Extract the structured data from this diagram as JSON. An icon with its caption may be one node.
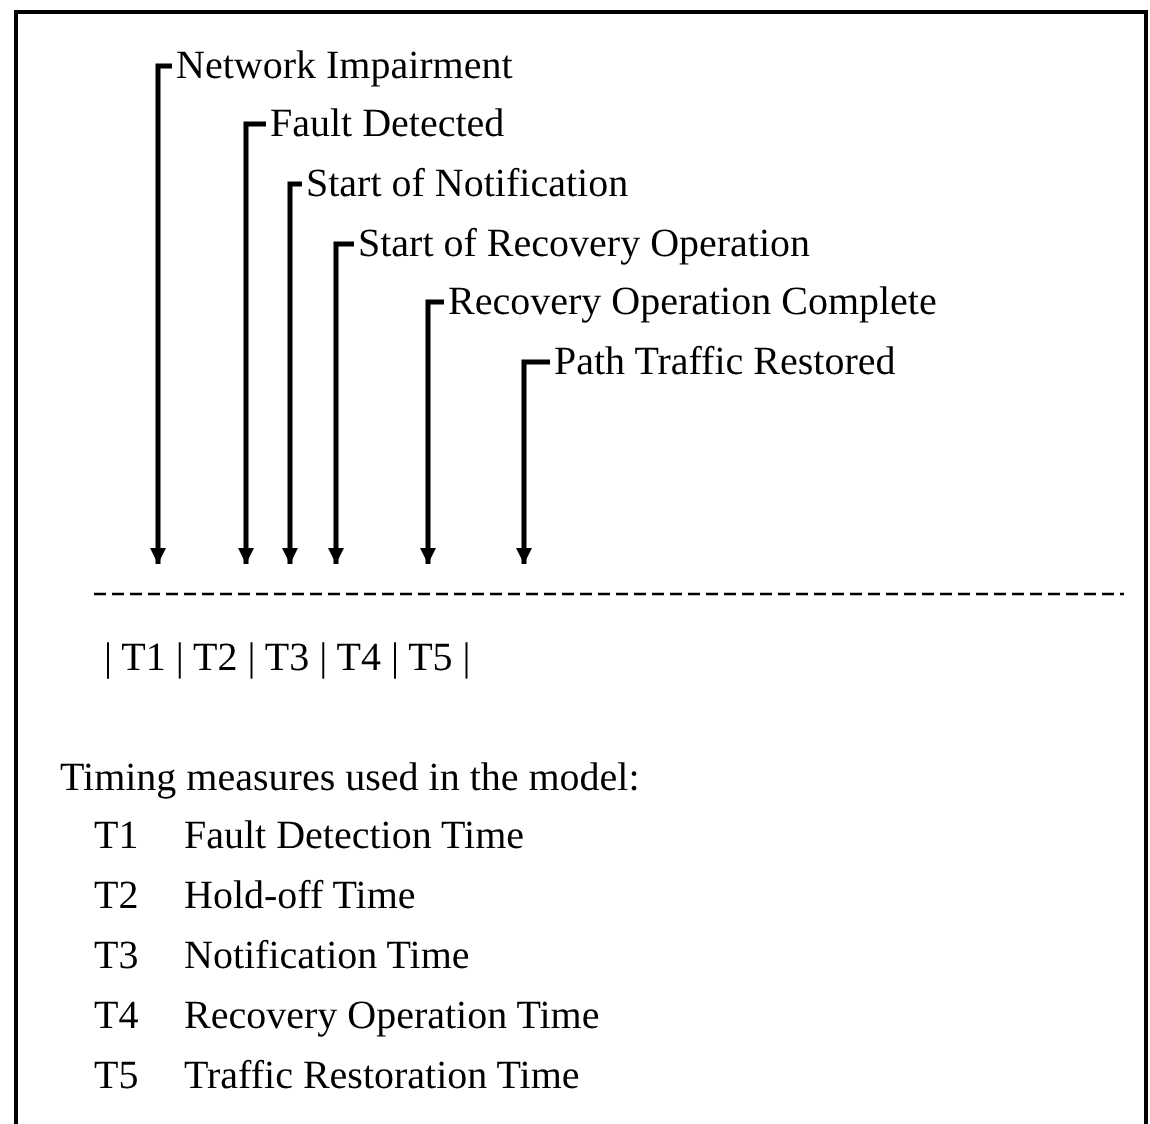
{
  "diagram": {
    "nodes": [
      {
        "text": [
          "Network Impairment"
        ]
      },
      {
        "text": [
          "Fault Detected"
        ]
      },
      {
        "text": [
          "Start of Notification"
        ]
      },
      {
        "text": [
          "Start of Recovery Operation"
        ]
      },
      {
        "text": [
          "Recovery Operation Complete"
        ]
      },
      {
        "text": [
          "Path Traffic Restored"
        ]
      },
      {
        "text": [],
        "shape": "line"
      }
    ],
    "edges": [
      {
        "from": 0,
        "to": 6,
        "arrow": "to"
      },
      {
        "from": 1,
        "to": 6,
        "arrow": "to"
      },
      {
        "from": 2,
        "to": 6,
        "arrow": "to"
      },
      {
        "from": 3,
        "to": 6,
        "arrow": "to"
      },
      {
        "from": 4,
        "to": 6,
        "arrow": "to"
      },
      {
        "from": 5,
        "to": 6,
        "arrow": "to"
      }
    ],
    "labels": [
      "| T1 | T2 | T3 | T4 | T5 |",
      "Timing measures used in the model:",
      "T1",
      "Fault Detection Time",
      "T2",
      "Hold-off Time",
      "T3",
      "Notification Time",
      "T4",
      "Recovery Operation Time",
      "T5",
      "Traffic Restoration Time"
    ]
  }
}
